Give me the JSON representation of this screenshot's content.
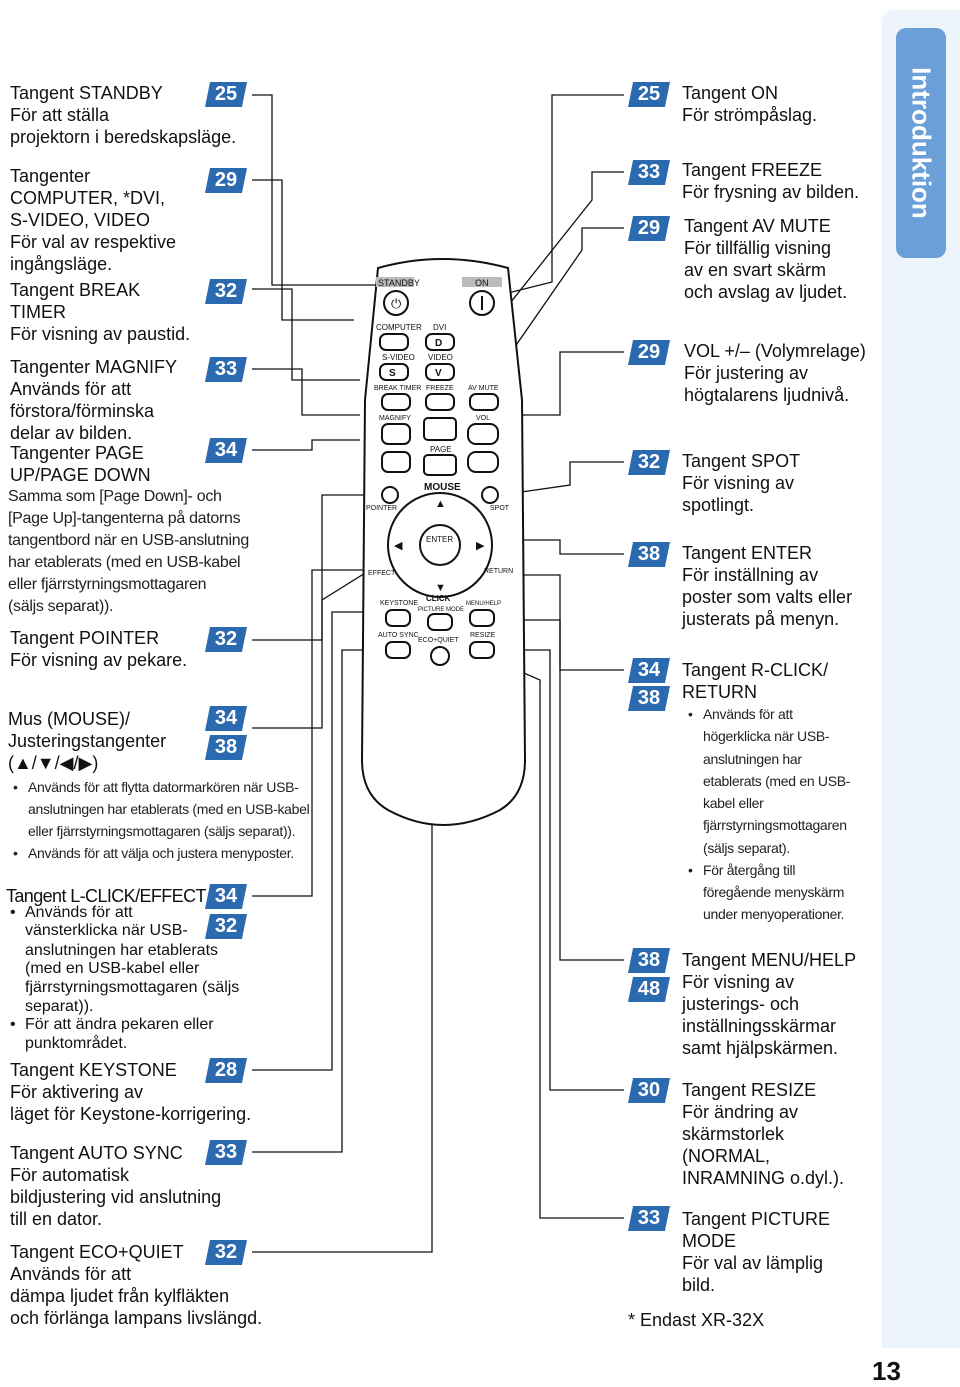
{
  "section_tab": "Introduktion",
  "page_number": "13",
  "accent_color": "#2c6ab0",
  "remote": {
    "labels": {
      "standby": "STANDBY",
      "on": "ON",
      "computer": "COMPUTER",
      "dvi": "DVI",
      "d": "D",
      "svideo": "S-VIDEO",
      "video": "VIDEO",
      "s": "S",
      "v": "V",
      "break_timer": "BREAK TIMER",
      "freeze": "FREEZE",
      "av_mute": "AV MUTE",
      "magnify": "MAGNIFY",
      "vol": "VOL",
      "page": "PAGE",
      "mouse": "MOUSE",
      "pointer": "POINTER",
      "spot": "SPOT",
      "enter": "ENTER",
      "effect": "EFFECT",
      "return": "RETURN",
      "click": "CLICK",
      "keystone": "KEYSTONE",
      "picture_mode": "PICTURE MODE",
      "menu_help": "MENU/HELP",
      "auto_sync": "AUTO SYNC",
      "eco_quiet": "ECO+QUIET",
      "resize": "RESIZE"
    }
  },
  "left": {
    "standby": {
      "title": "Tangent STANDBY",
      "badge": "25",
      "l1": "För att ställa",
      "l2": "projektorn i beredskapsläge."
    },
    "computer": {
      "l1": "Tangenter",
      "badge": "29",
      "l2": "COMPUTER, *DVI,",
      "l3": "S-VIDEO, VIDEO",
      "l4": "För val av respektive",
      "l5": "ingångsläge."
    },
    "break": {
      "l1": "Tangent BREAK",
      "badge": "32",
      "l2": "TIMER",
      "l3": "För visning av paustid."
    },
    "magnify": {
      "l1": "Tangenter MAGNIFY",
      "badge": "33",
      "l2": "Används för att",
      "l3": "förstora/förminska",
      "l4": "delar av bilden."
    },
    "page": {
      "l1": "Tangenter PAGE",
      "badge": "34",
      "l2": "UP/PAGE DOWN",
      "c1": "Samma som [Page Down]- och",
      "c2": "[Page Up]-tangenterna på datorns",
      "c3": "tangentbord när en USB-anslutning",
      "c4": "har etablerats (med en USB-kabel",
      "c5": "eller fjärrstyrningsmottagaren",
      "c6": "(säljs separat))."
    },
    "pointer": {
      "l1": "Tangent POINTER",
      "badge": "32",
      "l2": "För visning av pekare."
    },
    "mouse": {
      "l1": "Mus (MOUSE)/",
      "badge1": "34",
      "l2": "Justeringstangenter",
      "badge2": "38",
      "l3": "(▲/▼/◀/▶)",
      "c1": "Används för att flytta datormarkören när USB-",
      "c2": "anslutningen har etablerats (med en USB-kabel",
      "c3": "eller fjärrstyrningsmottagaren (säljs separat)).",
      "c4": "Används för att välja och justera menyposter."
    },
    "lclick": {
      "l1": "Tangent L-CLICK/EFFECT",
      "badge1": "34",
      "badge2": "32",
      "l2": "Används för att",
      "l3": "vänsterklicka när USB-",
      "l4": "anslutningen har etablerats",
      "l5": "(med en USB-kabel eller",
      "l6": "fjärrstyrningsmottagaren (säljs",
      "l7": "separat)).",
      "l8": "För att ändra pekaren eller",
      "l9": "punktområdet."
    },
    "keystone": {
      "l1": "Tangent KEYSTONE",
      "badge": "28",
      "l2": "För aktivering av",
      "l3": "läget för Keystone-korrigering."
    },
    "autosync": {
      "l1": "Tangent AUTO SYNC",
      "badge": "33",
      "l2": "För automatisk",
      "l3": "bildjustering vid anslutning",
      "l4": "till en dator."
    },
    "eco": {
      "l1": "Tangent ECO+QUIET",
      "badge": "32",
      "l2": "Används för att",
      "l3": "dämpa ljudet från kylfläkten",
      "l4": "och förlänga lampans livslängd."
    }
  },
  "right": {
    "on": {
      "badge": "25",
      "l1": "Tangent ON",
      "l2": "För strömpåslag."
    },
    "freeze": {
      "badge": "33",
      "l1": "Tangent FREEZE",
      "l2": "För frysning av bilden."
    },
    "avmute": {
      "badge": "29",
      "l1": "Tangent AV MUTE",
      "l2": "För tillfällig visning",
      "l3": "av en svart skärm",
      "l4": "och avslag av ljudet."
    },
    "vol": {
      "badge": "29",
      "l1": "VOL +/– (Volymrelage)",
      "l2": "För justering av",
      "l3": "högtalarens ljudnivå."
    },
    "spot": {
      "badge": "32",
      "l1": "Tangent SPOT",
      "l2": "För visning av",
      "l3": "spotlingt."
    },
    "enter": {
      "badge": "38",
      "l1": "Tangent ENTER",
      "l2": "För inställning av",
      "l3": "poster som valts eller",
      "l4": "justerats på menyn."
    },
    "rclick": {
      "badge1": "34",
      "badge2": "38",
      "l1": "Tangent R-CLICK/",
      "l2": "RETURN",
      "c1": "Används för att",
      "c2": "högerklicka när USB-",
      "c3": "anslutningen har",
      "c4": "etablerats (med en USB-",
      "c5": "kabel eller",
      "c6": "fjärrstyrningsmottagaren",
      "c7": "(säljs separat).",
      "c8": "För återgång till",
      "c9": "föregående menyskärm",
      "c10": "under menyoperationer."
    },
    "menu": {
      "badge1": "38",
      "badge2": "48",
      "l1": "Tangent MENU/HELP",
      "l2": "För visning av",
      "l3": "justerings- och",
      "l4": "inställningsskärmar",
      "l5": "samt hjälpskärmen."
    },
    "resize": {
      "badge": "30",
      "l1": "Tangent RESIZE",
      "l2": "För ändring av",
      "l3": "skärmstorlek",
      "l4": "(NORMAL,",
      "l5": "INRAMNING o.dyl.)."
    },
    "picture": {
      "badge": "33",
      "l1": "Tangent PICTURE",
      "l2": "MODE",
      "l3": "För val av lämplig",
      "l4": "bild."
    },
    "footnote": "* Endast XR-32X"
  }
}
